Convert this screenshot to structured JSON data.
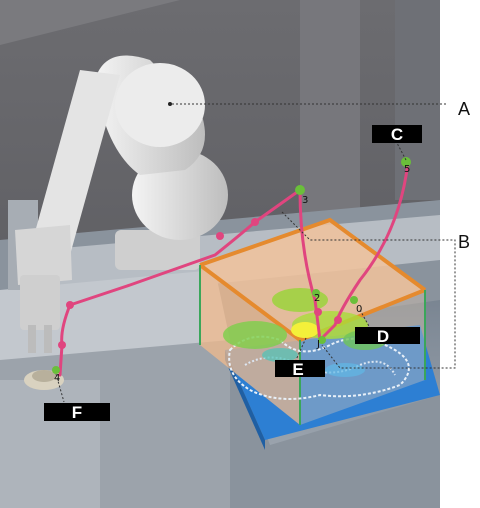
{
  "scene": {
    "labels": {
      "A": "A",
      "B": "B",
      "C": "C",
      "D": "D",
      "E": "E",
      "F": "F"
    },
    "waypoints": [
      "0",
      "J",
      "2",
      "3",
      "4",
      "5"
    ],
    "colors": {
      "path": "#e0457f",
      "waypoint": "#6abf3a",
      "box_top": "#e58a2e",
      "box_glass": "#f2c39c",
      "tray": "#2d7fd3",
      "tag_bg": "#000000",
      "robot": "#e6e6e6",
      "background": "#5e5e62"
    }
  }
}
